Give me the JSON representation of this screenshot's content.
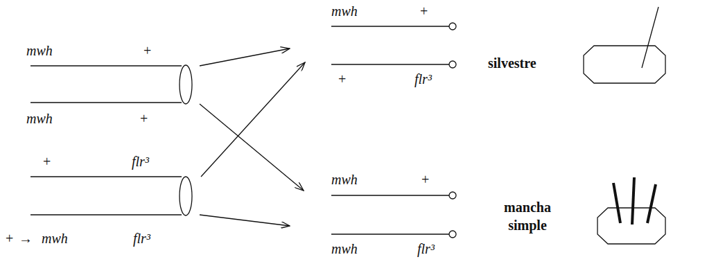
{
  "diagram": {
    "labels": [
      "mwh",
      "+",
      "mwh",
      "+",
      "+",
      "flr³",
      "+",
      "→",
      "mwh",
      "flr³",
      "mwh",
      "+",
      "+",
      "flr³",
      "silvestre",
      "mwh",
      "+",
      "mwh",
      "flr³",
      "mancha simple"
    ]
  }
}
